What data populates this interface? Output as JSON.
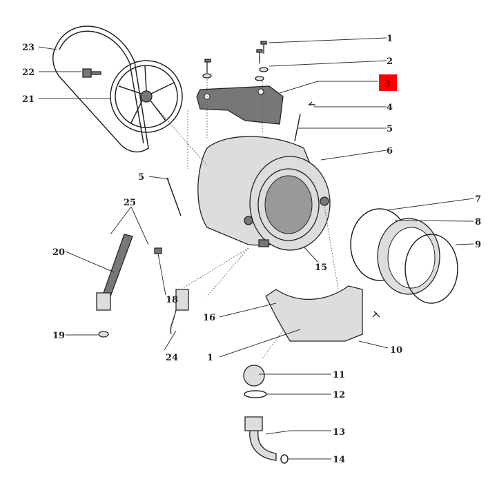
{
  "labels": {
    "l1a": "1",
    "l2": "2",
    "l3": "3",
    "l4": "4",
    "l5a": "5",
    "l6": "6",
    "l7": "7",
    "l8": "8",
    "l9": "9",
    "l10": "10",
    "l11": "11",
    "l12": "12",
    "l13": "13",
    "l14": "14",
    "l15": "15",
    "l16": "16",
    "l1b": "1",
    "l24": "24",
    "l18": "18",
    "l19": "19",
    "l20": "20",
    "l25": "25",
    "l5b": "5",
    "l21": "21",
    "l22": "22",
    "l23": "23"
  },
  "highlight_color": "#ff0000"
}
